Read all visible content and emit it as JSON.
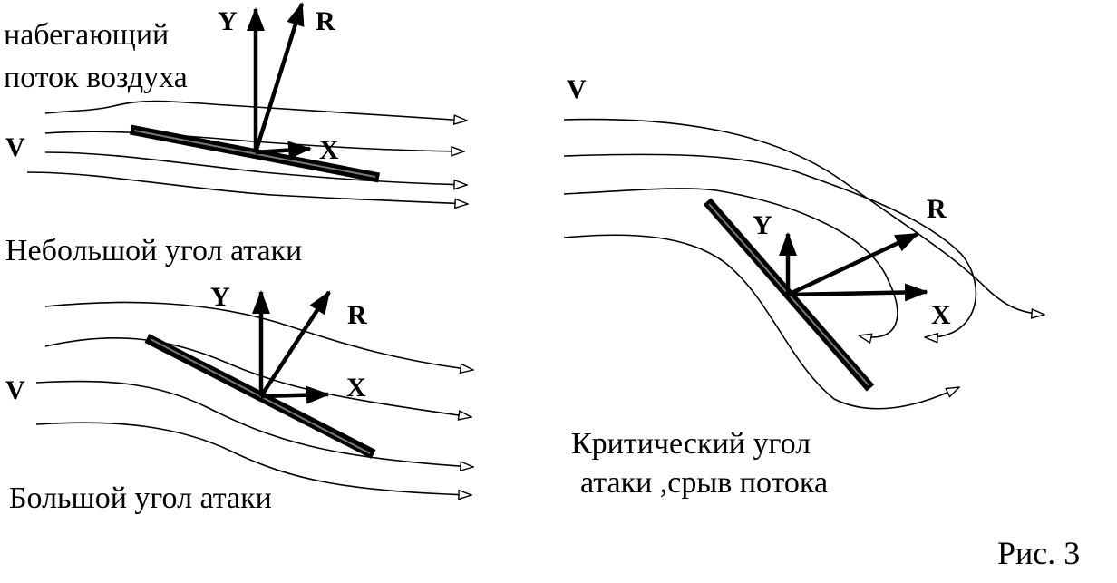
{
  "labels": {
    "oncoming_flow_line1": "набегающий",
    "oncoming_flow_line2": "поток воздуха",
    "small_angle": "Небольшой угол атаки",
    "large_angle": "Большой угол атаки",
    "critical_line1": "Критический угол",
    "critical_line2": "атаки ,срыв потока",
    "figure_number": "Рис. 3"
  },
  "vectors": {
    "velocity": "V",
    "lift": "Y",
    "resultant": "R",
    "drag": "X"
  }
}
